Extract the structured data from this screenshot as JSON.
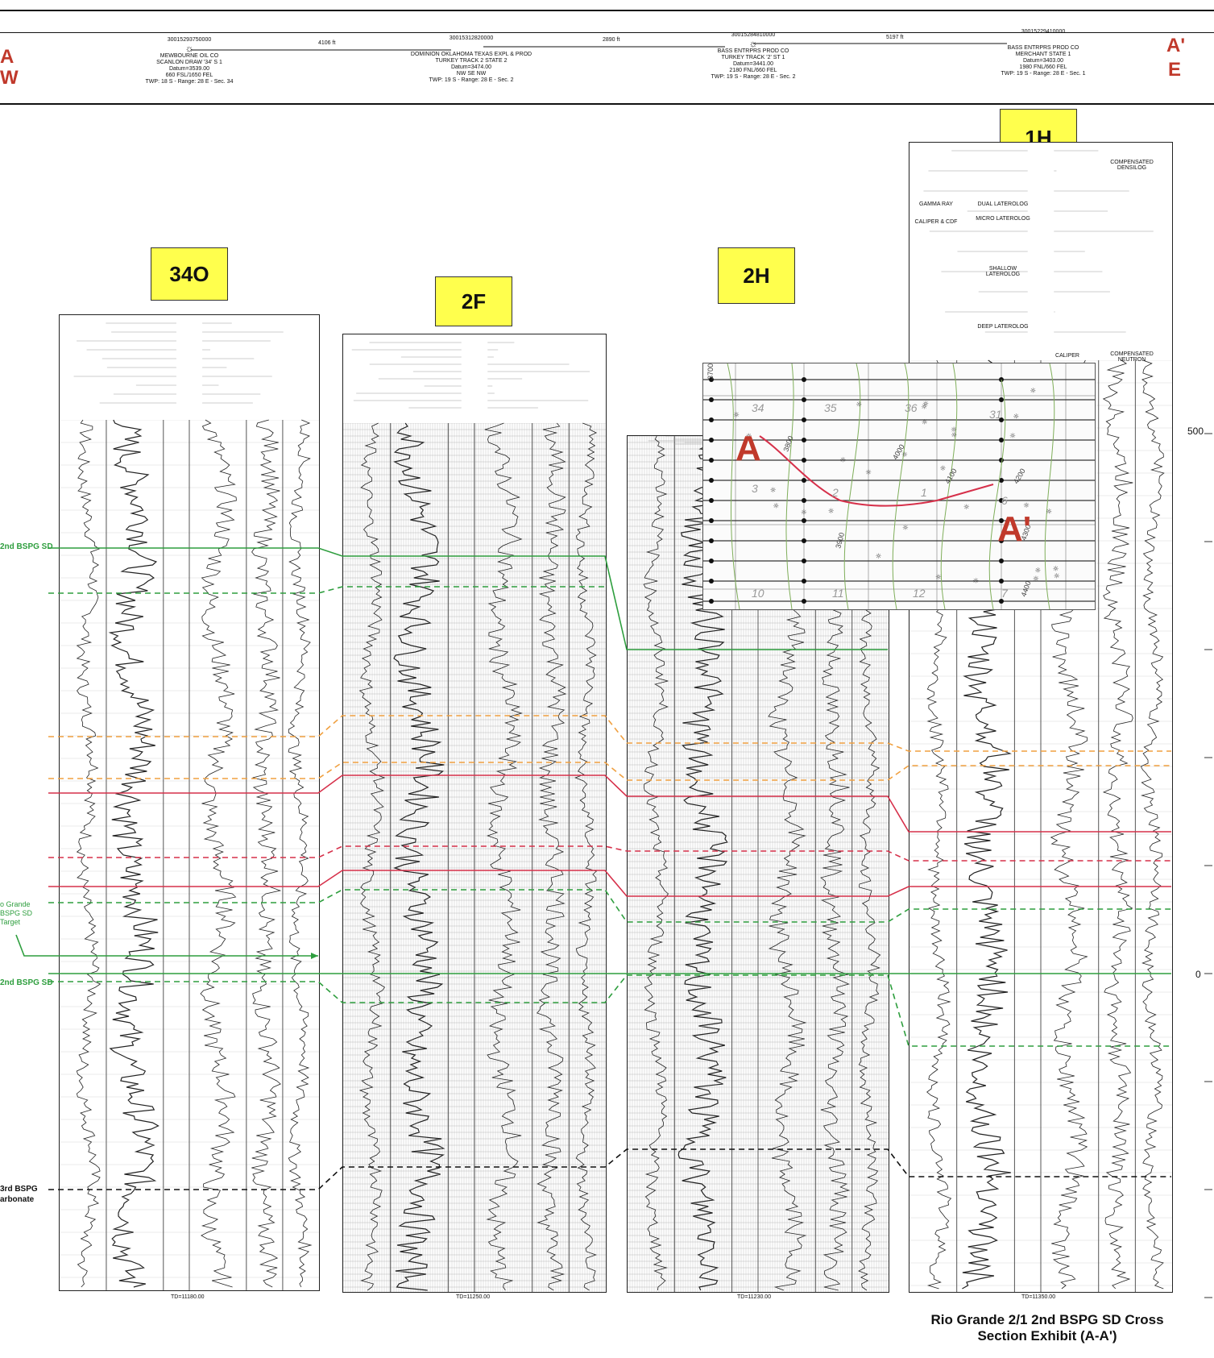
{
  "end_labels": {
    "left_letter": "A",
    "left_dir": "W",
    "right_letter": "A'",
    "right_dir": "E"
  },
  "wells": [
    {
      "api": "30015293750000",
      "operator": "MEWBOURNE OIL CO",
      "lease": "SCANLON DRAW '34' S 1",
      "datum": "Datum=3539.00",
      "footage": "660 FSL/1650 FEL",
      "location": "TWP: 18 S - Range: 28 E - Sec. 34",
      "label": "34O",
      "td": "TD=11180.00"
    },
    {
      "api": "30015312820000",
      "operator": "DOMINION OKLAHOMA TEXAS EXPL & PROD",
      "lease": "TURKEY TRACK 2 STATE 2",
      "datum": "Datum=3474.00",
      "footage": "NW SE NW",
      "location": "TWP: 19 S - Range: 28 E - Sec. 2",
      "label": "2F",
      "td": "TD=11250.00"
    },
    {
      "api": "30015284810000",
      "operator": "BASS ENTRPRS PROD CO",
      "lease": "TURKEY TRACK '2' ST 1",
      "datum": "Datum=3441.00",
      "footage": "2180 FNL/660 FEL",
      "location": "TWP: 19 S - Range: 28 E - Sec. 2",
      "label": "2H",
      "td": "TD=11230.00"
    },
    {
      "api": "30015229410000",
      "operator": "BASS ENTRPRS PROD CO",
      "lease": "MERCHANT STATE 1",
      "datum": "Datum=3403.00",
      "footage": "1980 FNL/660 FEL",
      "location": "TWP: 19 S - Range: 28 E - Sec. 1",
      "label": "1H",
      "td": "TD=11350.00"
    }
  ],
  "spacings": [
    "4106 ft",
    "2890 ft",
    "5197 ft"
  ],
  "formations": {
    "top_2nd_bspg": "2nd BSPG SD",
    "target_line1": "o Grande",
    "target_line2": "BSPG SD",
    "target_line3": "Target",
    "base_2nd_bspg": "2nd BSPG SD",
    "carb_line1": "3rd BSPG",
    "carb_line2": "arbonate"
  },
  "scale": {
    "top": "500",
    "bottom": "0"
  },
  "map": {
    "sections": [
      "34",
      "35",
      "36",
      "31",
      "3",
      "2",
      "1",
      "6",
      "10",
      "11",
      "12",
      "7"
    ],
    "contours": [
      "3700",
      "3800",
      "3900",
      "4000",
      "4100",
      "4200",
      "4300",
      "4400"
    ],
    "start": "A",
    "end": "A'"
  },
  "log_header_1h": {
    "c1": "GAMMA RAY",
    "c2": "CALIPER & CDF",
    "c3": "DUAL LATEROLOG",
    "c4": "MICRO LATEROLOG",
    "c5": "COMPENSATED DENSILOG",
    "c6": "COMPENSATED NEUTRON",
    "c7": "CALIPER",
    "c8": "SHALLOW LATEROLOG",
    "c9": "DEEP LATEROLOG"
  },
  "title": {
    "line1": "Rio Grande 2/1 2nd BSPG SD Cross",
    "line2": "Section Exhibit (A-A')"
  },
  "colors": {
    "green": "#2e9e3e",
    "orange": "#f0a040",
    "red": "#d6304a",
    "black": "#111111",
    "label_bg": "#ffff4d",
    "accent": "#c0392b"
  }
}
